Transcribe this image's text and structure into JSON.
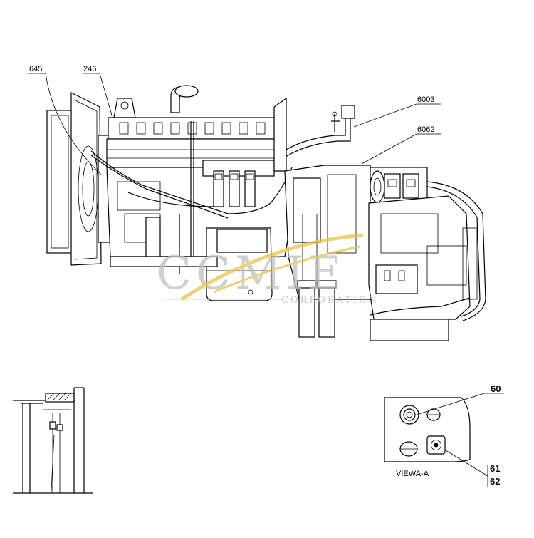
{
  "callouts": {
    "c645": "645",
    "c246": "246",
    "c6003": "6003",
    "c6062": "6062",
    "c60": "60",
    "c61": "61",
    "c62": "62"
  },
  "view_label": "VIEWA-A",
  "watermark": {
    "logo": "CCMIE",
    "subtitle": "CORPORATION",
    "colors": {
      "gray": "#bfbfbf",
      "accent": "#e8c24a"
    }
  }
}
